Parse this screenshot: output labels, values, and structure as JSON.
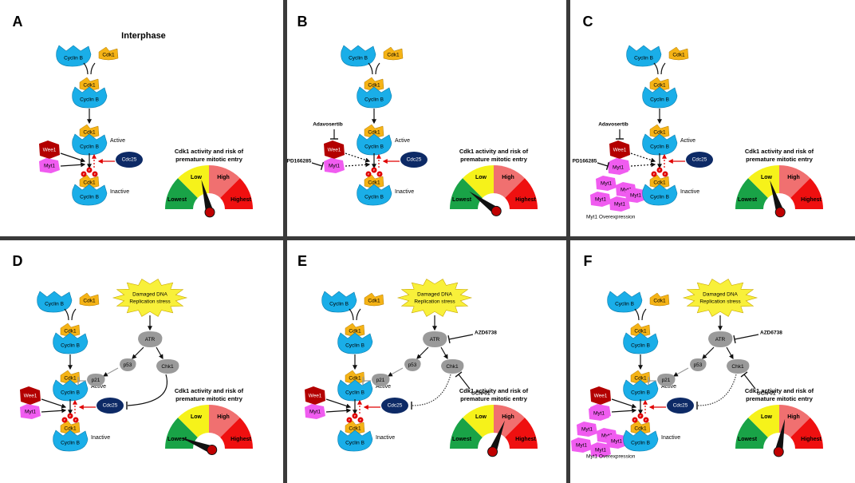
{
  "colors": {
    "cyclin": "#1aaee8",
    "cdk1": "#f5b316",
    "wee1": "#b30000",
    "myt1": "#f05cf0",
    "cdc25": "#0d2a66",
    "gray": "#9a9a9a",
    "inhibit_red": "#e00000",
    "g_lowest": "#19a347",
    "g_low": "#f6f21a",
    "g_high": "#f07070",
    "g_highest": "#ef1010",
    "divider": "#3a3a3a",
    "star": "#f8f03a"
  },
  "labels": {
    "cyclin_b": "Cyclin B",
    "cdk1": "Cdk1",
    "wee1": "Wee1",
    "myt1": "Myt1",
    "cdc25": "Cdc25",
    "active": "Active",
    "inactive": "Inactive",
    "p": "P",
    "atr": "ATR",
    "chk1": "Chk1",
    "p53": "p53",
    "p21": "p21",
    "damage_line1": "Damaged DNA",
    "damage_line2": "Replication stress",
    "adavosertib": "Adavosertib",
    "pd166285": "PD166285",
    "azd6738": "AZD6738",
    "ucn01": "UCN-01",
    "myt1_overexpression": "Myt1 Overexpression",
    "gauge_title_1": "Cdk1 activity and risk of",
    "gauge_title_2": "premature mitotic entry",
    "gauge_lowest": "Lowest",
    "gauge_low": "Low",
    "gauge_high": "High",
    "gauge_highest": "Highest"
  },
  "panels": [
    {
      "letter": "A",
      "subtitle": "Interphase",
      "needle_level": 0.42,
      "pathway": false,
      "inhibitors": false,
      "myt1_overexp": false
    },
    {
      "letter": "B",
      "subtitle": "",
      "needle_level": 0.2,
      "pathway": false,
      "inhibitors": true,
      "myt1_overexp": false
    },
    {
      "letter": "C",
      "subtitle": "",
      "needle_level": 0.4,
      "pathway": false,
      "inhibitors": true,
      "myt1_overexp": true
    },
    {
      "letter": "D",
      "subtitle": "",
      "needle_level": 0.12,
      "pathway": true,
      "inhibitors": false,
      "myt1_overexp": false
    },
    {
      "letter": "E",
      "subtitle": "",
      "needle_level": 0.62,
      "pathway": true,
      "inhibitors": true,
      "myt1_overexp": false
    },
    {
      "letter": "F",
      "subtitle": "",
      "needle_level": 0.56,
      "pathway": true,
      "inhibitors": true,
      "myt1_overexp": true
    }
  ]
}
